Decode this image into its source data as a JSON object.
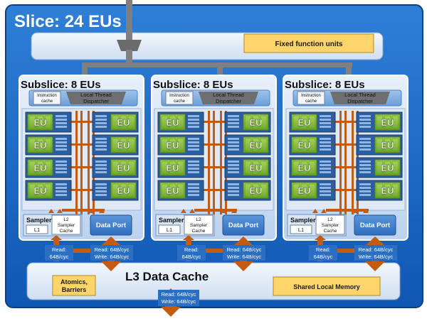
{
  "slice_title": "Slice: 24 EUs",
  "fixed_function_label": "Fixed function units",
  "subslices": [
    {
      "title": "Subslice: 8 EUs"
    },
    {
      "title": "Subslice: 8 EUs"
    },
    {
      "title": "Subslice: 8 EUs"
    }
  ],
  "subslice_parts": {
    "instruction_cache": [
      "Instruction",
      "cache"
    ],
    "local_thread_dispatcher": [
      "Local Thread",
      "Dispatcher"
    ],
    "eu_label": "EU",
    "sampler": "Sampler",
    "l1": "L1",
    "l2_sampler_cache": [
      "L2",
      "Sampler",
      "Cache"
    ],
    "data_port": "Data Port"
  },
  "bandwidth": {
    "sampler_read": [
      "Read:",
      "64B/cyc"
    ],
    "dataport_rw": [
      "Read: 64B/cyc",
      "Write: 64B/cyc"
    ],
    "l3_rw": [
      "Read: 64B/cyc",
      "Write: 64B/cyc"
    ]
  },
  "l3_title": "L3 Data Cache",
  "atomics_label": [
    "Atomics,",
    "Barriers"
  ],
  "shared_local_memory": "Shared Local Memory",
  "colors": {
    "slice_blue": "#1565c0",
    "light_panel": "#dde9f7",
    "subslice_bg": "#c9dcf2",
    "eu_green": "#8dc63f",
    "orange": "#c55a11",
    "yellow": "#fdd56a",
    "gray": "#7f7f7f"
  }
}
